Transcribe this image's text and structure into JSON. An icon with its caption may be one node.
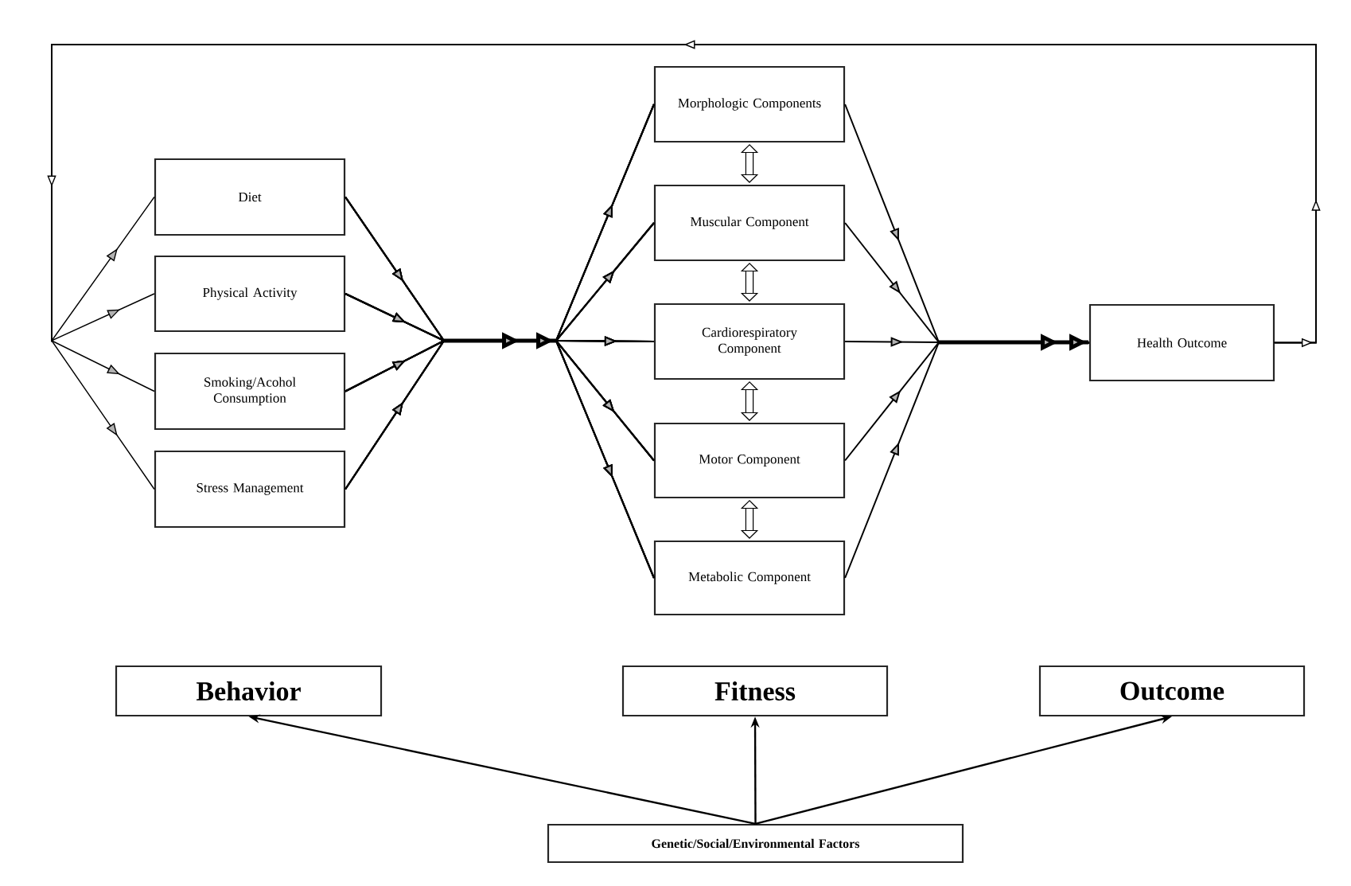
{
  "diagram": {
    "nodes": [
      {
        "text": [
          "Diet"
        ]
      },
      {
        "text": [
          "Physical Activity"
        ]
      },
      {
        "text": [
          "Smoking/Acohol Consumption"
        ]
      },
      {
        "text": [
          "Stress Management"
        ]
      },
      {
        "text": [
          "Morphologic Components"
        ]
      },
      {
        "text": [
          "Muscular Component"
        ]
      },
      {
        "text": [
          "Cardiorespiratory Component"
        ]
      },
      {
        "text": [
          "Motor Component"
        ]
      },
      {
        "text": [
          "Metabolic Component"
        ]
      },
      {
        "text": [
          "Health Outcome"
        ]
      },
      {
        "text": [
          "Behavior"
        ]
      },
      {
        "text": [
          "Fitness"
        ]
      },
      {
        "text": [
          "Outcome"
        ]
      },
      {
        "text": [
          "Genetic/Social/Environmental Factors"
        ]
      }
    ],
    "edges": [
      {
        "from": 9,
        "to": 0,
        "arrow": "to"
      },
      {
        "from": 9,
        "to": 1,
        "arrow": "to"
      },
      {
        "from": 9,
        "to": 2,
        "arrow": "to"
      },
      {
        "from": 9,
        "to": 3,
        "arrow": "to"
      },
      {
        "from": 0,
        "to": 4,
        "arrow": "to"
      },
      {
        "from": 0,
        "to": 5,
        "arrow": "to"
      },
      {
        "from": 0,
        "to": 6,
        "arrow": "to"
      },
      {
        "from": 0,
        "to": 7,
        "arrow": "to"
      },
      {
        "from": 0,
        "to": 8,
        "arrow": "to"
      },
      {
        "from": 1,
        "to": 4,
        "arrow": "to"
      },
      {
        "from": 1,
        "to": 5,
        "arrow": "to"
      },
      {
        "from": 1,
        "to": 6,
        "arrow": "to"
      },
      {
        "from": 1,
        "to": 7,
        "arrow": "to"
      },
      {
        "from": 1,
        "to": 8,
        "arrow": "to"
      },
      {
        "from": 2,
        "to": 4,
        "arrow": "to"
      },
      {
        "from": 2,
        "to": 5,
        "arrow": "to"
      },
      {
        "from": 2,
        "to": 6,
        "arrow": "to"
      },
      {
        "from": 2,
        "to": 7,
        "arrow": "to"
      },
      {
        "from": 2,
        "to": 8,
        "arrow": "to"
      },
      {
        "from": 3,
        "to": 4,
        "arrow": "to"
      },
      {
        "from": 3,
        "to": 5,
        "arrow": "to"
      },
      {
        "from": 3,
        "to": 6,
        "arrow": "to"
      },
      {
        "from": 3,
        "to": 7,
        "arrow": "to"
      },
      {
        "from": 3,
        "to": 8,
        "arrow": "to"
      },
      {
        "from": 4,
        "to": 9,
        "arrow": "to"
      },
      {
        "from": 5,
        "to": 9,
        "arrow": "to"
      },
      {
        "from": 6,
        "to": 9,
        "arrow": "to"
      },
      {
        "from": 7,
        "to": 9,
        "arrow": "to"
      },
      {
        "from": 8,
        "to": 9,
        "arrow": "to"
      },
      {
        "from": 4,
        "to": 5,
        "arrow": "both",
        "style": "thick"
      },
      {
        "from": 5,
        "to": 6,
        "arrow": "both",
        "style": "thick"
      },
      {
        "from": 6,
        "to": 7,
        "arrow": "both",
        "style": "thick"
      },
      {
        "from": 7,
        "to": 8,
        "arrow": "both",
        "style": "thick"
      },
      {
        "from": 13,
        "to": 10,
        "arrow": "to"
      },
      {
        "from": 13,
        "to": 11,
        "arrow": "to"
      },
      {
        "from": 13,
        "to": 12,
        "arrow": "to"
      }
    ]
  }
}
